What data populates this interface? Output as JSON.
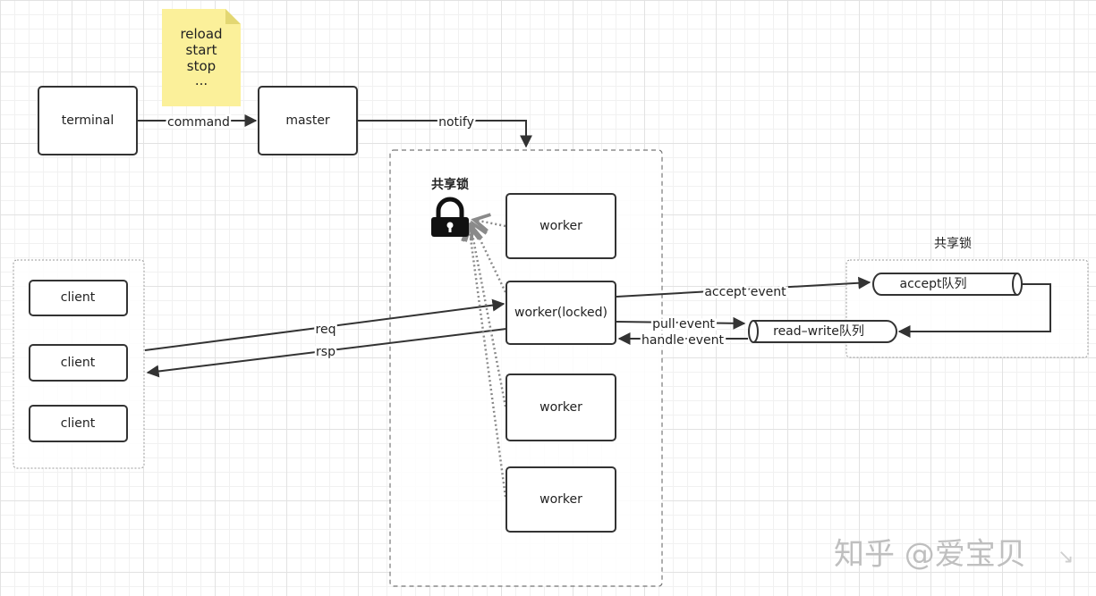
{
  "note": {
    "lines": [
      "reload",
      "start",
      "stop",
      "..."
    ]
  },
  "nodes": {
    "terminal": "terminal",
    "master": "master",
    "worker_top": "worker",
    "worker_locked": "worker(locked)",
    "worker_mid": "worker",
    "worker_bottom": "worker",
    "client_1": "client",
    "client_2": "client",
    "client_3": "client"
  },
  "lock_labels": {
    "left": "共享锁",
    "right": "共享锁"
  },
  "queues": {
    "accept": "accept队列",
    "read_write": "read–write队列"
  },
  "edges": {
    "command": "command",
    "notify": "notify",
    "req": "req",
    "rsp": "rsp",
    "accept_event": "accept event",
    "pull_event": "pull event",
    "handle_event": "handle event"
  },
  "watermark": "知乎 @爱宝贝"
}
